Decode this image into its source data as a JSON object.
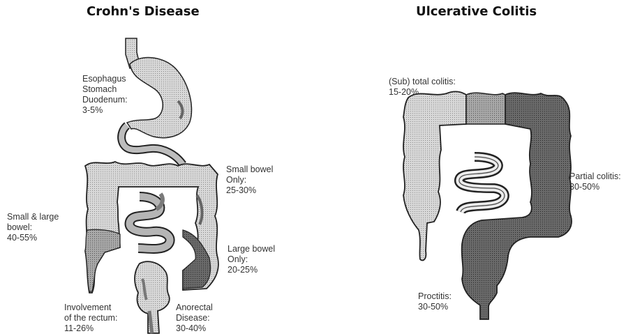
{
  "titles": {
    "left": "Crohn's Disease",
    "right": "Ulcerative Colitis"
  },
  "crohns": {
    "upper_gi": {
      "lines": [
        "Esophagus",
        "Stomach",
        "Duodenum:"
      ],
      "pct": "3-5%"
    },
    "small_bowel": {
      "lines": [
        "Small bowel",
        "Only:"
      ],
      "pct": "25-30%"
    },
    "small_large": {
      "lines": [
        "Small & large",
        "bowel:"
      ],
      "pct": "40-55%"
    },
    "large_bowel": {
      "lines": [
        "Large bowel",
        "Only:"
      ],
      "pct": "20-25%"
    },
    "rectum": {
      "lines": [
        "Involvement",
        "of the rectum:"
      ],
      "pct": "11-26%"
    },
    "anorectal": {
      "lines": [
        "Anorectal",
        "Disease:"
      ],
      "pct": "30-40%"
    }
  },
  "uc": {
    "total": {
      "lines": [
        "(Sub) total colitis:"
      ],
      "pct": "15-20%"
    },
    "partial": {
      "lines": [
        "Partial colitis:"
      ],
      "pct": "30-50%"
    },
    "proctitis": {
      "lines": [
        "Proctitis:"
      ],
      "pct": "30-50%"
    }
  },
  "colors": {
    "light": "#cfcfcf",
    "medium": "#9a9a9a",
    "dark": "#5f5f5f",
    "outline": "#222222"
  }
}
